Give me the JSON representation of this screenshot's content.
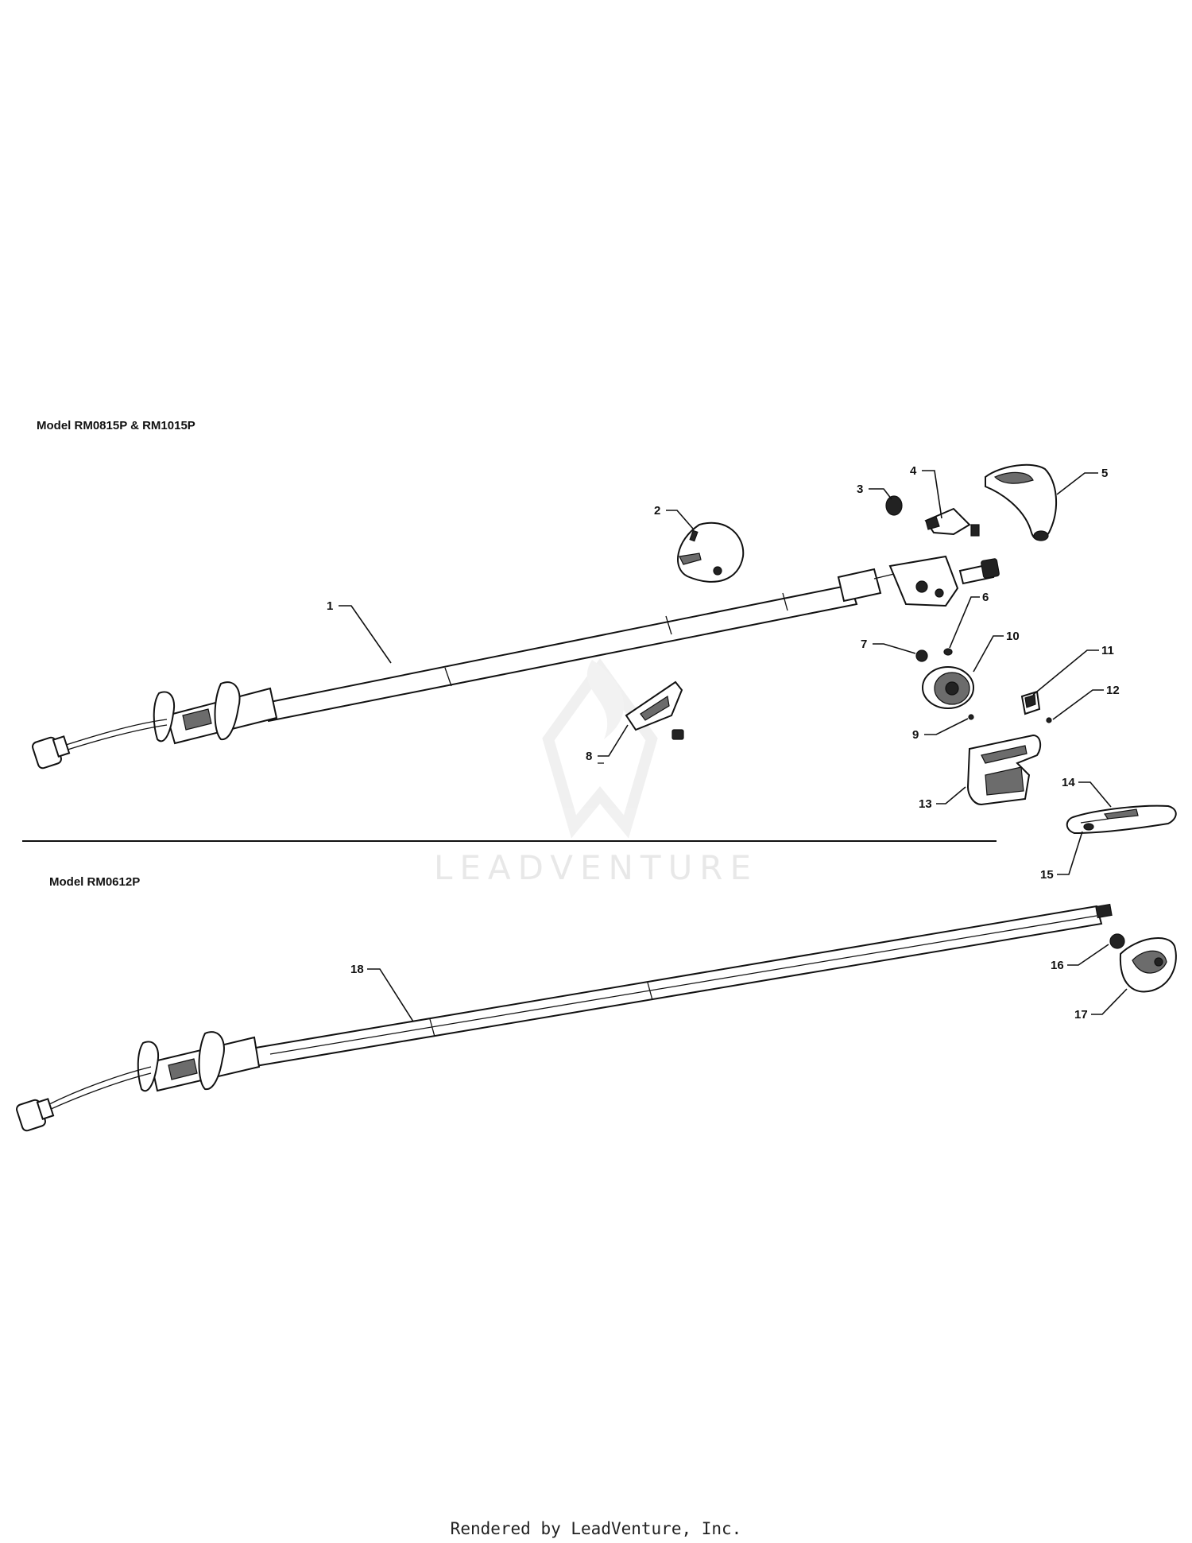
{
  "models": [
    {
      "title": "Model RM0815P & RM1015P"
    },
    {
      "title": "Model RM0612P"
    }
  ],
  "callouts": [
    "1",
    "2",
    "3",
    "4",
    "5",
    "6",
    "7",
    "8",
    "9",
    "10",
    "11",
    "12",
    "13",
    "14",
    "15",
    "16",
    "17",
    "18"
  ],
  "watermark": {
    "text": "LEADVENTURE"
  },
  "footer": {
    "text": "Rendered by LeadVenture, Inc."
  }
}
